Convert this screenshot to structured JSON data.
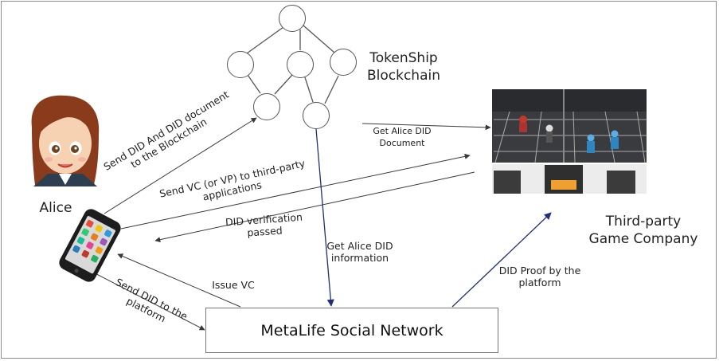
{
  "blockchain": {
    "name_line1": "TokenShip",
    "name_line2": "Blockchain"
  },
  "alice": {
    "name": "Alice"
  },
  "game_company": {
    "name_line1": "Third-party",
    "name_line2": "Game Company"
  },
  "platform": {
    "name": "MetaLife Social Network"
  },
  "edges": {
    "send_did_blockchain": {
      "line1": "Send DID And DID document",
      "line2": "to the Blockchain"
    },
    "send_vc": {
      "line1": "Send VC (or VP) to third-party",
      "line2": "applications"
    },
    "did_verified": {
      "line1": "DID verification",
      "line2": "passed"
    },
    "get_did_document": {
      "line1": "Get Alice DID",
      "line2": "Document"
    },
    "get_did_info": {
      "line1": "Get Alice DID",
      "line2": "information"
    },
    "did_proof": {
      "line1": "DID Proof by the",
      "line2": "platform"
    },
    "issue_vc": {
      "line1": "Issue VC"
    },
    "send_did_platform": {
      "line1": "Send DID to the",
      "line2": "platform"
    }
  },
  "colors": {
    "dark_arrow": "#3a3a3a",
    "blue_arrow": "#1f2f7a"
  }
}
